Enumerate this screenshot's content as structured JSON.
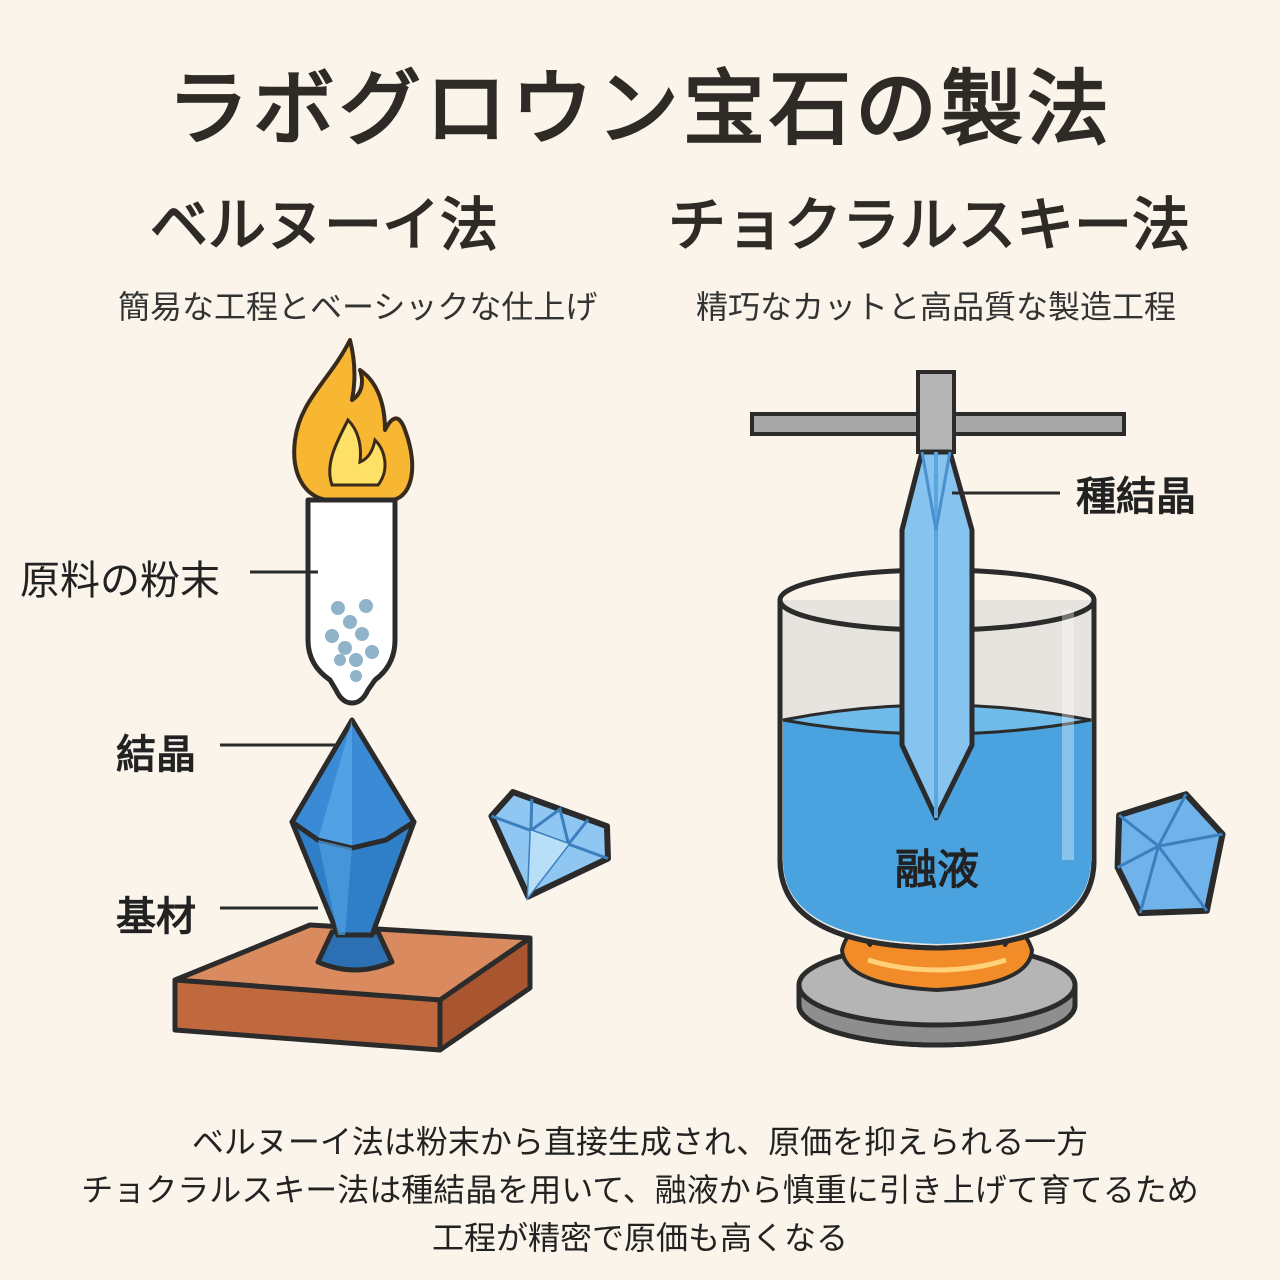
{
  "title": "ラボグロウン宝石の製法",
  "left": {
    "name": "ベルヌーイ法",
    "subtitle": "簡易な工程とベーシックな仕上げ",
    "labels": {
      "powder": "原料の粉末",
      "crystal": "結晶",
      "base": "基材"
    }
  },
  "right": {
    "name": "チョクラルスキー法",
    "subtitle": "精巧なカットと高品質な製造工程",
    "labels": {
      "seed": "種結晶",
      "melt": "融液"
    }
  },
  "footer": [
    "ベルヌーイ法は粉末から直接生成され、原価を抑えられる一方",
    "チョクラルスキー法は種結晶を用いて、融液から慎重に引き上げて育てるため",
    "工程が精密で原価も高くなる"
  ],
  "colors": {
    "background": "#faf4ea",
    "flame_outer": "#f7b733",
    "flame_inner": "#ffe066",
    "crystal_blue": "#2f7fc8",
    "melt_blue": "#4aa3df",
    "base_brown": "#c8744a",
    "burner_orange": "#f28c28"
  }
}
